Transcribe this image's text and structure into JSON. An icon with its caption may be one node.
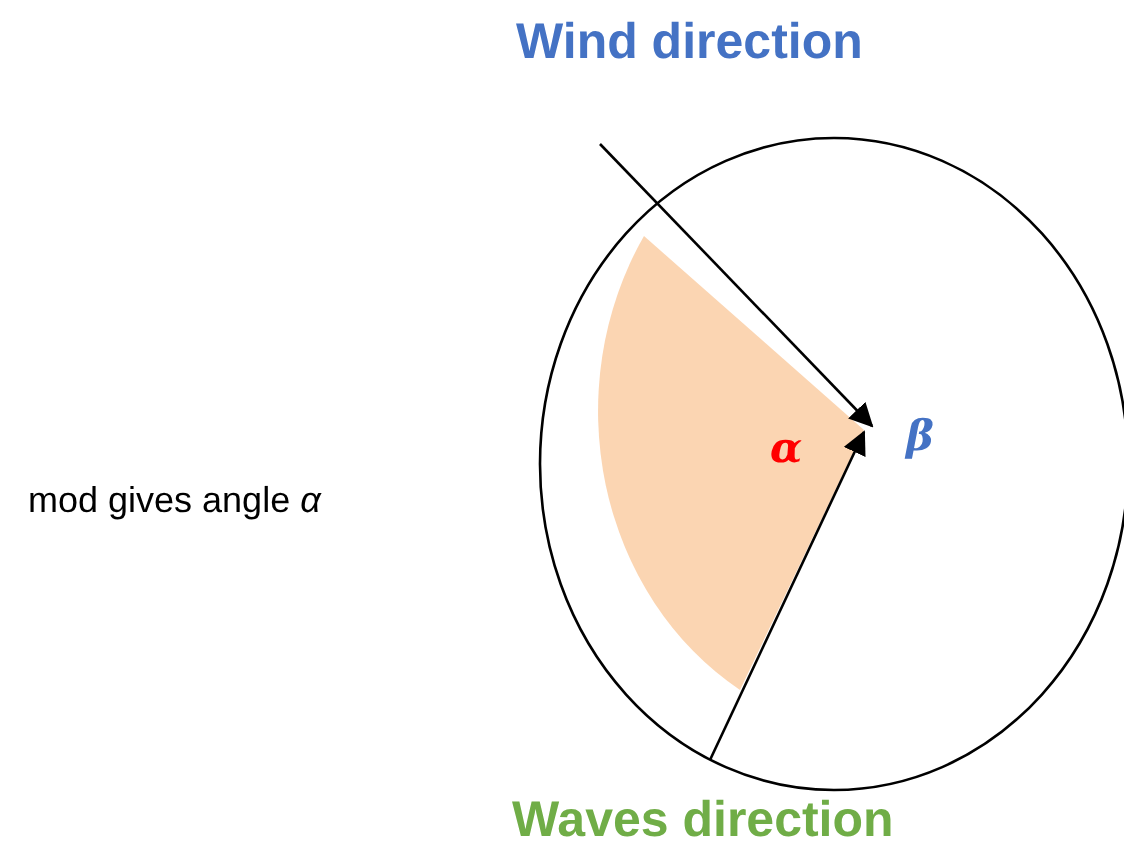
{
  "diagram": {
    "labels": [
      "Wind direction",
      "α",
      "β",
      "mod gives angle *α*",
      "Waves direction"
    ]
  }
}
